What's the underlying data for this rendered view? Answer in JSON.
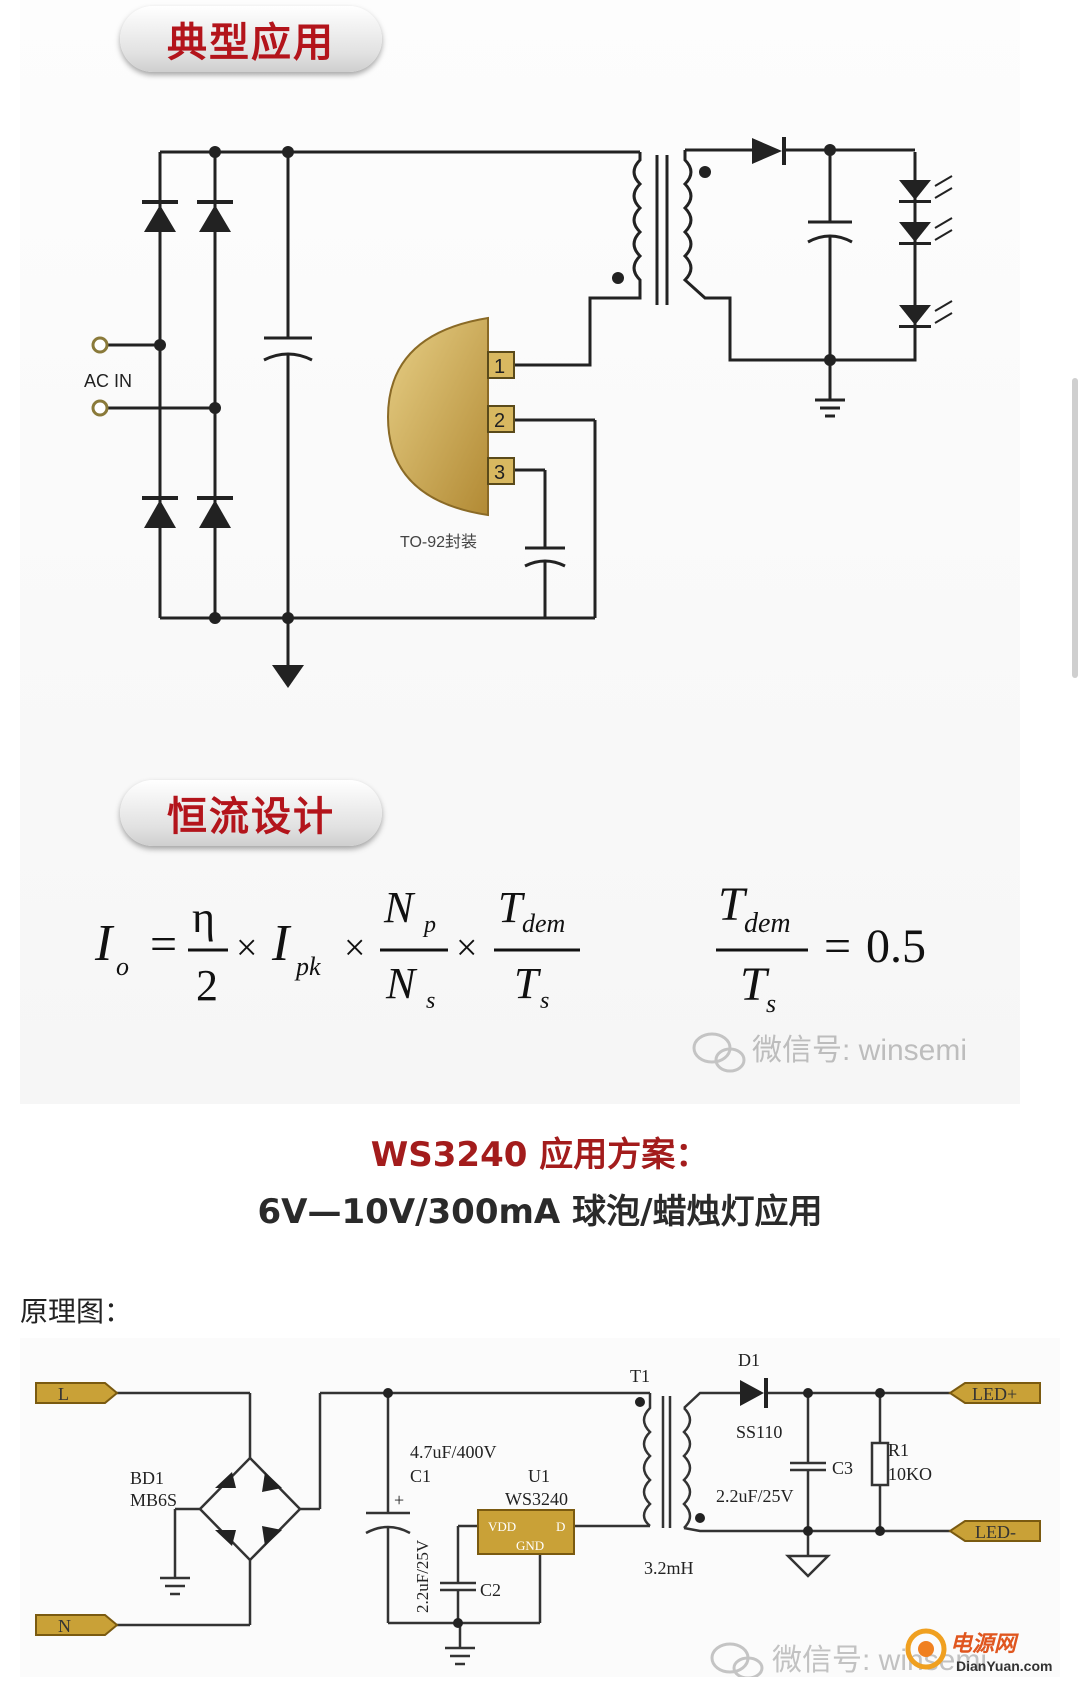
{
  "top_panel": {
    "badge_typical": "典型应用",
    "badge_design": "恒流设计",
    "label_ac_in": "AC IN",
    "label_package": "TO-92封装",
    "pins": [
      "1",
      "2",
      "3"
    ]
  },
  "formula": {
    "lhs_I": "I",
    "lhs_o": "o",
    "eta": "η",
    "two": "2",
    "times": "×",
    "I": "I",
    "pk": "pk",
    "N": "N",
    "p": "p",
    "s": "s",
    "T": "T",
    "dem": "dem",
    "equals": "=",
    "value": "0.5"
  },
  "watermark": "微信号: winsemi",
  "caption": {
    "title": "WS3240 应用方案：",
    "subtitle": "6V—10V/300mA  球泡/蜡烛灯应用"
  },
  "section_label": "原理图：",
  "schematic": {
    "L": "L",
    "N": "N",
    "LED_plus": "LED+",
    "LED_minus": "LED-",
    "BD1": "BD1",
    "MB6S": "MB6S",
    "C1_value": "4.7uF/400V",
    "C1": "C1",
    "U1": "U1",
    "WS3240": "WS3240",
    "VDD": "VDD",
    "D": "D",
    "GND": "GND",
    "C2_value": "2.2uF/25V",
    "C2": "C2",
    "T1": "T1",
    "inductance": "3.2mH",
    "D1": "D1",
    "SS110": "SS110",
    "C3": "C3",
    "C3_value": "2.2uF/25V",
    "R1": "R1",
    "R1_value": "10KO",
    "watermark": "微信号: winsemi"
  },
  "logo": {
    "cn": "电源网",
    "en": "DianYuan.com"
  },
  "colors": {
    "badge_red": "#b3141b",
    "caption_red": "#a31c1c",
    "chip_gold": "#c9a64a",
    "schem_gold": "#c9a137"
  }
}
